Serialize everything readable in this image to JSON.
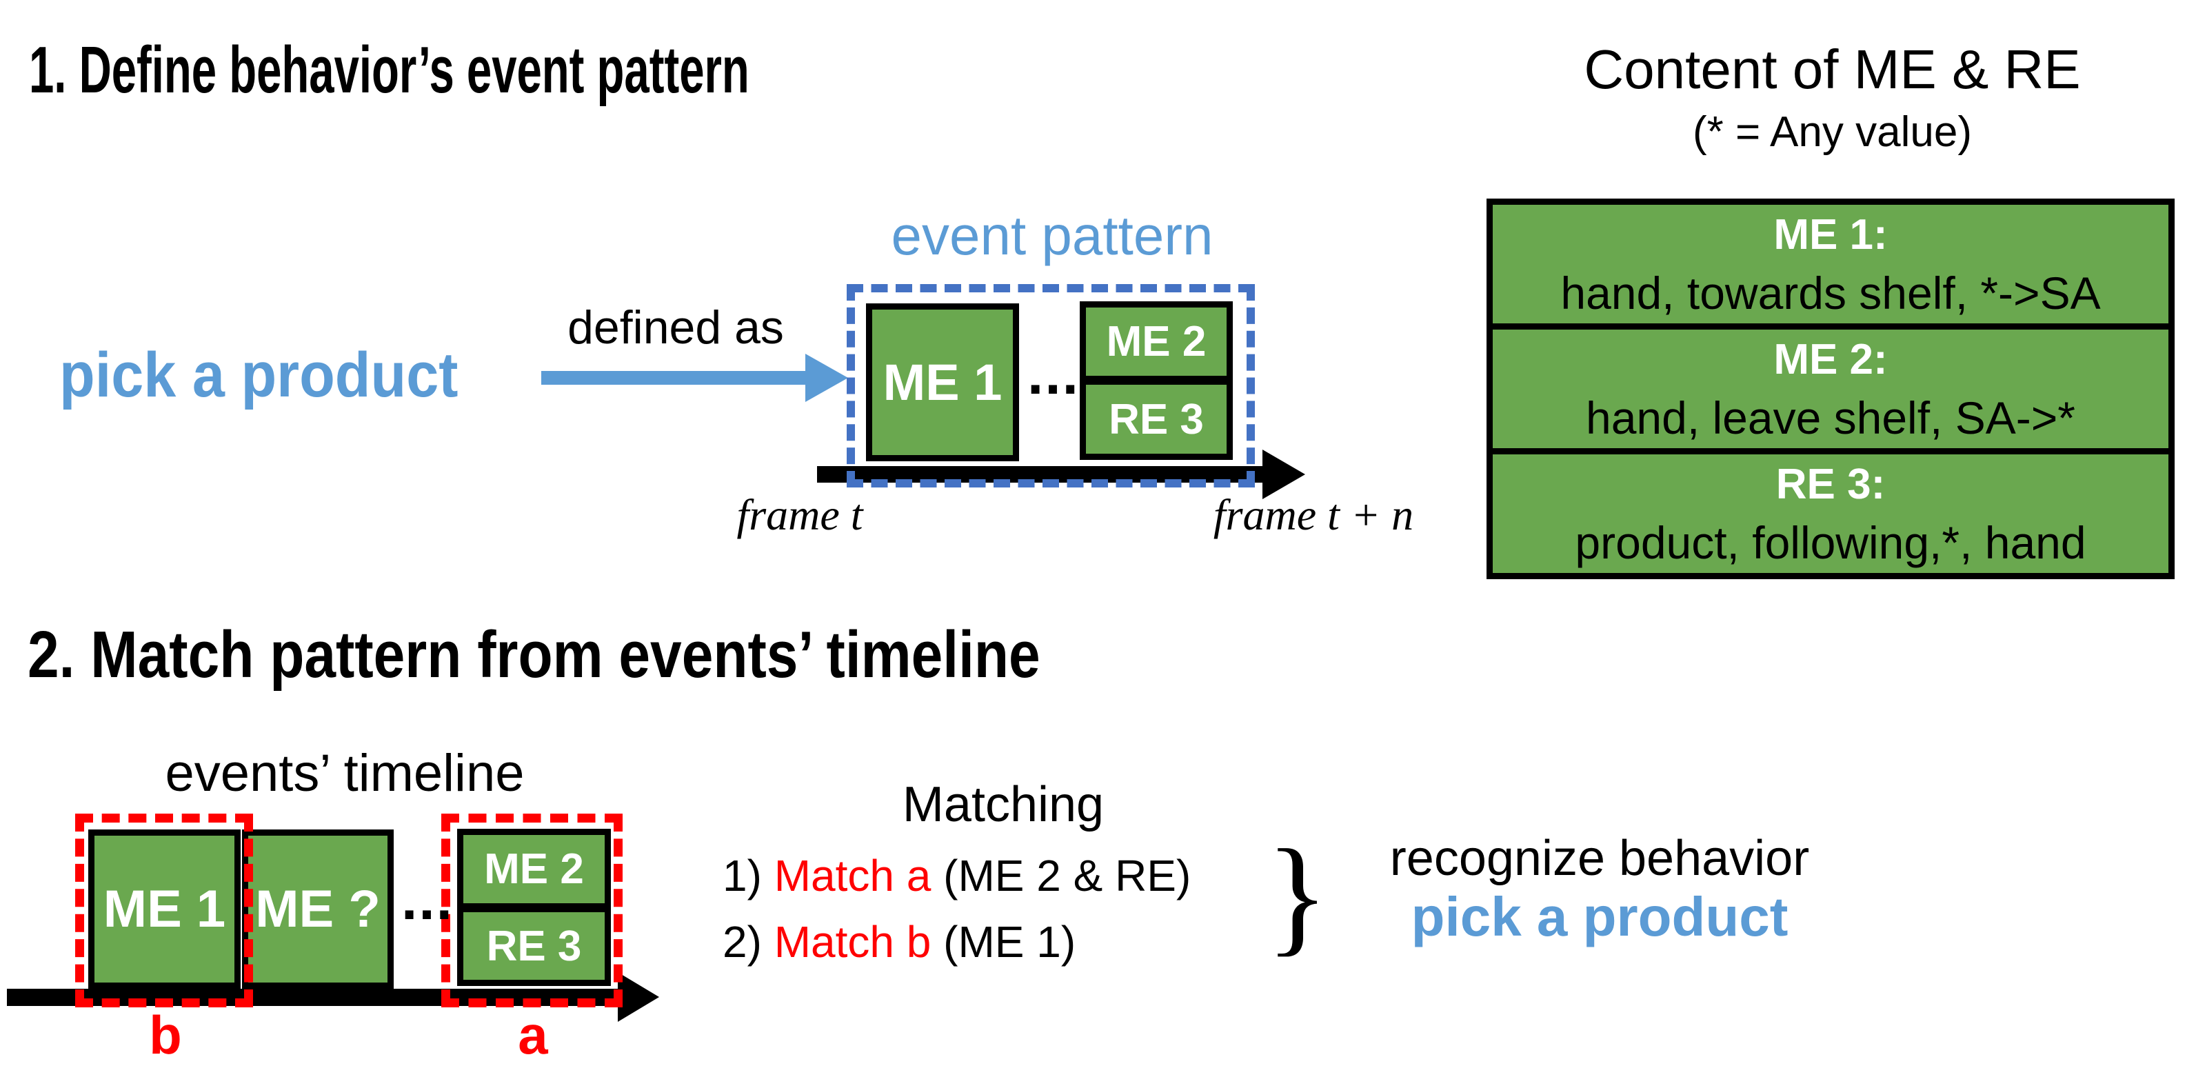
{
  "colors": {
    "green": "#6AA84F",
    "blue_text": "#5B9BD5",
    "blue_border": "#4472C4",
    "red": "#FF0000",
    "black": "#000000"
  },
  "section1": {
    "title": "1. Define behavior’s event pattern",
    "behavior_label": "pick a product",
    "arrow_label": "defined as",
    "pattern_label": "event pattern",
    "boxes": {
      "me1": "ME 1",
      "me2": "ME 2",
      "re3": "RE 3",
      "dots": "..."
    },
    "frame_start": "frame t",
    "frame_end": "frame t + n"
  },
  "content_table": {
    "title": "Content of ME & RE",
    "subtitle": "(* = Any value)",
    "rows": [
      {
        "header": "ME 1:",
        "value": "hand, towards shelf, *->SA"
      },
      {
        "header": "ME 2:",
        "value": "hand, leave shelf, SA->*"
      },
      {
        "header": "RE 3:",
        "value": "product, following,*, hand"
      }
    ]
  },
  "section2": {
    "title": "2. Match pattern from events’ timeline",
    "timeline_label": "events’ timeline",
    "boxes": {
      "me1": "ME 1",
      "me_unknown": "ME ?",
      "me2": "ME 2",
      "re3": "RE 3",
      "dots": "..."
    },
    "label_b": "b",
    "label_a": "a",
    "matching": {
      "title": "Matching",
      "items": [
        {
          "prefix": "1) ",
          "match": "Match a",
          "rest": " (ME 2 & RE)"
        },
        {
          "prefix": "2) ",
          "match": "Match b",
          "rest": " (ME 1)"
        }
      ],
      "brace": "}"
    },
    "result_label": "recognize behavior",
    "result_behavior": "pick a product"
  }
}
